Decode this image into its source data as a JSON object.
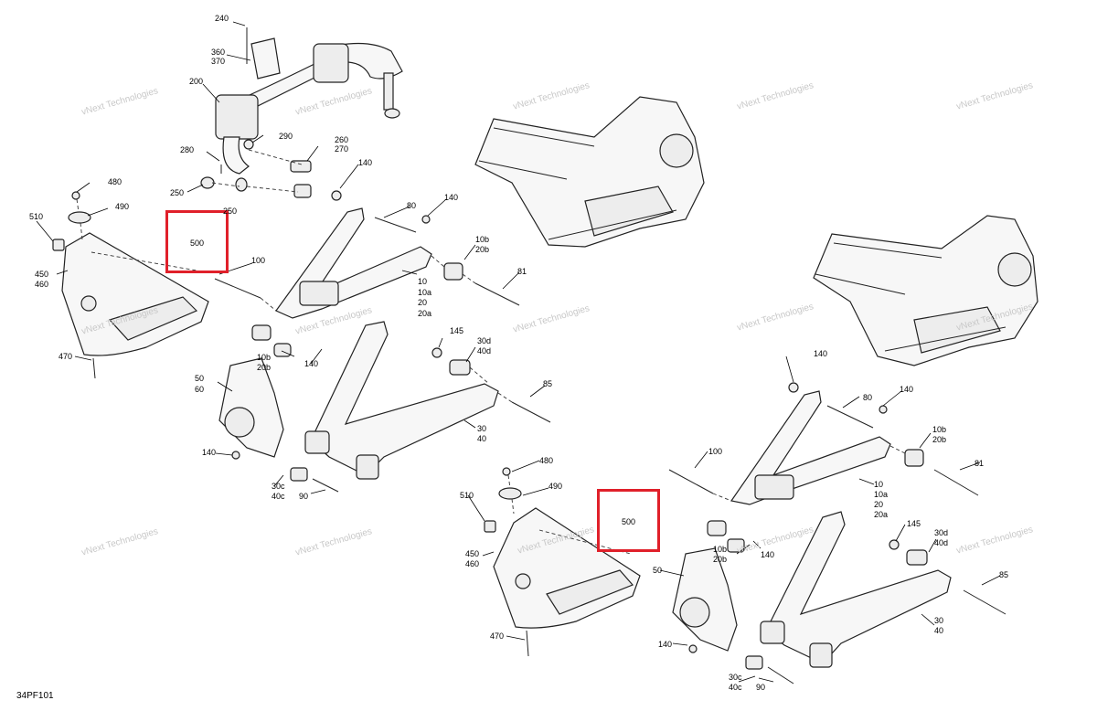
{
  "diagram_code": "34PF101",
  "watermark": "vNext Technologies",
  "callouts": {
    "c240": "240",
    "c360": "360",
    "c370": "370",
    "c200": "200",
    "c280": "280",
    "c290": "290",
    "c260": "260",
    "c270": "270",
    "c250": "250",
    "c250b": "250",
    "c480": "480",
    "c490": "490",
    "c510": "510",
    "c450": "450",
    "c460": "460",
    "c470": "470",
    "c100": "100",
    "c140a": "140",
    "c80": "80",
    "c140b": "140",
    "c10b": "10b",
    "c20b": "20b",
    "c81": "81",
    "c10": "10",
    "c10a": "10a",
    "c20": "20",
    "c20a": "20a",
    "c10b2": "10b",
    "c20b2": "20b",
    "c140c": "140",
    "c145": "145",
    "c30d": "30d",
    "c40d": "40d",
    "c85": "85",
    "c50": "50",
    "c60": "60",
    "c30": "30",
    "c40": "40",
    "c140d": "140",
    "c30c": "30c",
    "c40c": "40c",
    "c90": "90",
    "r140a": "140",
    "r80": "80",
    "r140b": "140",
    "r10b": "10b",
    "r20b": "20b",
    "r100": "100",
    "r81": "81",
    "r10": "10",
    "r10a": "10a",
    "r20": "20",
    "r20a": "20a",
    "r480": "480",
    "r490": "490",
    "r510": "510",
    "r450": "450",
    "r460": "460",
    "r470": "470",
    "r10b2": "10b",
    "r20b2": "20b",
    "r140c": "140",
    "r145": "145",
    "r30d": "30d",
    "r40d": "40d",
    "r85": "85",
    "r50": "50",
    "r30": "30",
    "r40": "40",
    "r140d": "140",
    "r30c": "30c",
    "r40c": "40c",
    "r90": "90"
  },
  "highlighted": [
    "500",
    "500"
  ]
}
